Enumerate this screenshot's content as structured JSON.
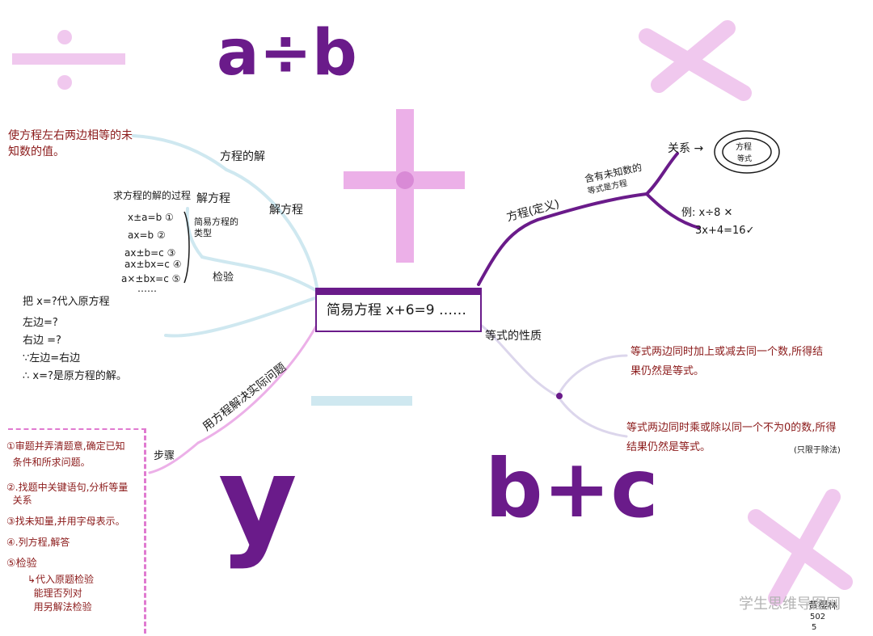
{
  "decor": {
    "top_left_formula": "a÷b",
    "bottom_left_letter": "y",
    "bottom_center_formula": "b+c"
  },
  "center": {
    "label": "简易方程 x+6=9 ……"
  },
  "left_top": {
    "solution_label": "方程的解",
    "solution_definition": [
      "使方程左右两边相等的未",
      "知数的值。"
    ],
    "solve_label": "解方程",
    "solve_process_label": "求方程的解的过程",
    "solve_method_label": "解方程",
    "types_label": [
      "简易方程的",
      "类型"
    ],
    "types": [
      "x±a=b ①",
      "ax=b ②",
      "ax±b=c ③",
      "ax±bx=c ④",
      "a×±bx=c ⑤",
      "……"
    ],
    "check_label": "检验",
    "check_steps": [
      "把 x=?代入原方程",
      "左边=?",
      "右边 =?",
      "∵左边=右边",
      "∴ x=?是原方程的解。"
    ]
  },
  "left_bottom": {
    "apply_label": "用方程解决实际问题",
    "steps_label": "步骤",
    "steps": [
      "①审题并弄清题意,确定已知",
      "  条件和所求问题。",
      "②.找题中关键语句,分析等量",
      "  关系",
      "③找未知量,并用字母表示。",
      "④.列方程,解答",
      "⑤检验"
    ],
    "check_methods": [
      "↳代入原题检验",
      "  能理否列对",
      "  用另解法检验"
    ]
  },
  "right_top": {
    "branch_label": "方程(定义)",
    "contains_label": [
      "含有未知数的",
      "等式是方程"
    ],
    "relation_label": "关系 →",
    "relation_circle": [
      "方程",
      "等式"
    ],
    "examples": [
      "例: x÷8 ✕",
      "3x+4=16✓"
    ]
  },
  "right_bottom": {
    "branch_label": "等式的性质",
    "property1": [
      "等式两边同时加上或减去同一个数,所得结",
      "果仍然是等式。"
    ],
    "property2": [
      "等式两边同时乘或除以同一个不为0的数,所得",
      "结果仍然是等式。"
    ],
    "property2_note": "(只限于除法)"
  },
  "signature": [
    "黄樱林",
    "502",
    "5"
  ],
  "watermark": "学生思维导图网",
  "colors": {
    "purple": "#6a1b8a",
    "pink": "#e07ad0",
    "light_pink": "#f0c8ee",
    "light_blue": "#cfe8f0",
    "dark_red": "#8b1a1a"
  }
}
